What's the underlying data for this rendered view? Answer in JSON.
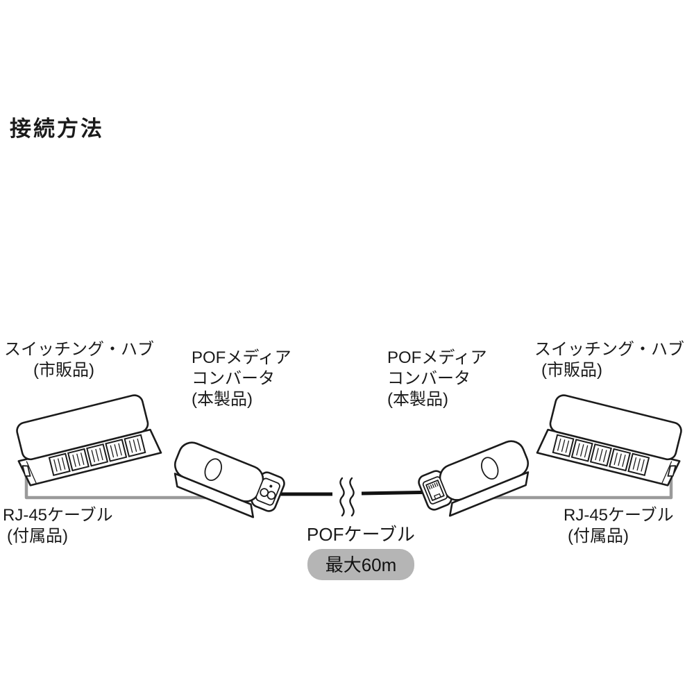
{
  "title": "接続方法",
  "labels": {
    "left_hub": {
      "line1": "スイッチング・ハブ",
      "line2": "(市販品)"
    },
    "left_converter": {
      "line1": "POFメディア",
      "line2": "コンバータ",
      "line3": "(本製品)"
    },
    "right_converter": {
      "line1": "POFメディア",
      "line2": "コンバータ",
      "line3": "(本製品)"
    },
    "right_hub": {
      "line1": "スイッチング・ハブ",
      "line2": "(市販品)"
    },
    "left_rj45": {
      "line1": "RJ-45ケーブル",
      "line2": "(付属品)"
    },
    "right_rj45": {
      "line1": "RJ-45ケーブル",
      "line2": "(付属品)"
    },
    "pof_cable": "POFケーブル",
    "max_length_badge": "最大60m"
  },
  "colors": {
    "background": "#ffffff",
    "outline": "#1b1b1b",
    "rj45_cable_gray": "#9a9a9a",
    "pof_cable_black": "#121212",
    "badge_background": "#b5b5b5"
  }
}
